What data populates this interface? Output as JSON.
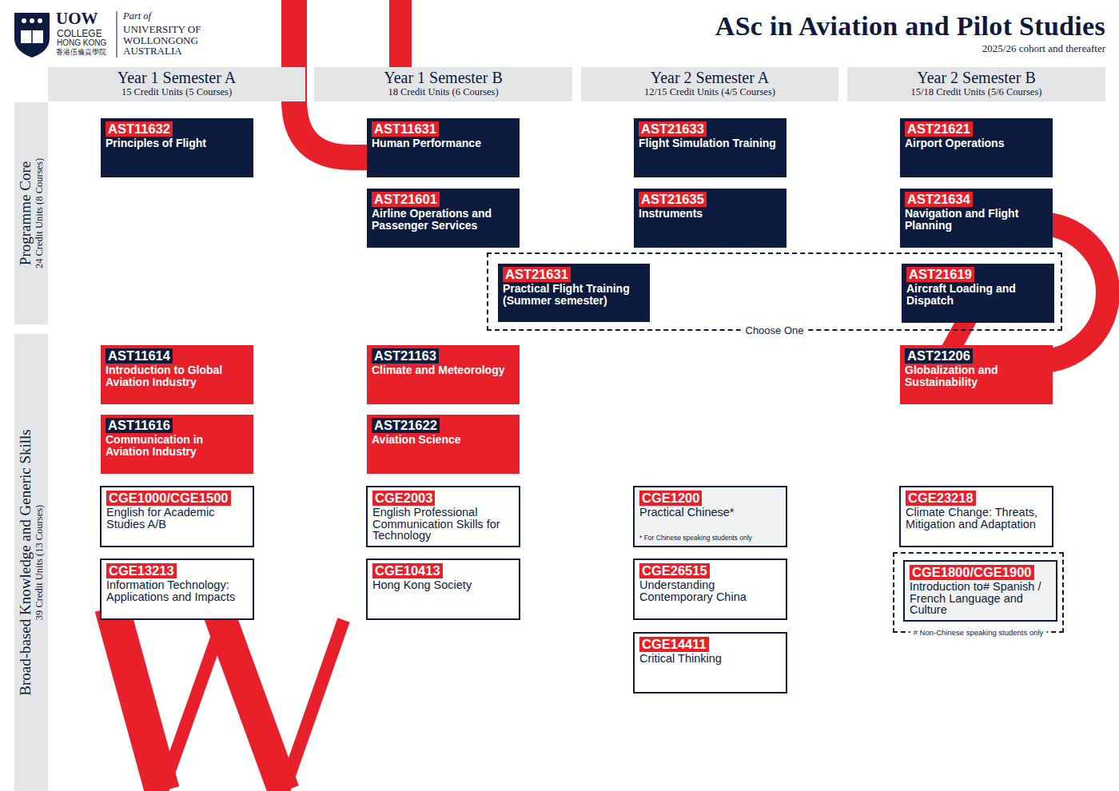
{
  "diagram": {
    "title": "ASc in Aviation and Pilot Studies",
    "nodes": [
      {
        "text": [
          "Year 1 Semester A",
          "15 Credit Units (5 Courses)"
        ]
      },
      {
        "text": [
          "Year 1 Semester B",
          "18 Credit Units (6 Courses)"
        ]
      },
      {
        "text": [
          "Year 2 Semester A",
          "12/15 Credit Units (4/5 Courses)"
        ]
      },
      {
        "text": [
          "Year 2 Semester B",
          "15/18 Credit Units (5/6 Courses)"
        ]
      },
      {
        "text": [
          "Programme Core",
          "24 Credit Units (8 Courses)"
        ]
      },
      {
        "text": [
          "Broad-based Knowledge and Generic Skills",
          "39 Credit Units (13 Courses)"
        ]
      },
      {
        "text": [
          "AST11632",
          "Principles of Flight"
        ]
      },
      {
        "text": [
          "AST11631",
          "Human Performance"
        ]
      },
      {
        "text": [
          "AST21633",
          "Flight Simulation Training"
        ]
      },
      {
        "text": [
          "AST21621",
          "Airport Operations"
        ]
      },
      {
        "text": [
          "AST21601",
          "Airline Operations and Passenger Services"
        ]
      },
      {
        "text": [
          "AST21635",
          "Instruments"
        ]
      },
      {
        "text": [
          "AST21634",
          "Navigation and Flight Planning"
        ]
      },
      {
        "text": [
          "Choose One"
        ]
      },
      {
        "text": [
          "AST21631",
          "Practical Flight Training (Summer semester)"
        ],
        "in": 13
      },
      {
        "text": [
          "AST21619",
          "Aircraft Loading and Dispatch"
        ],
        "in": 13
      },
      {
        "text": [
          "AST11614",
          "Introduction to Global Aviation Industry"
        ]
      },
      {
        "text": [
          "AST21163",
          "Climate and Meteorology"
        ]
      },
      {
        "text": [
          "AST21206",
          "Globalization and Sustainability"
        ]
      },
      {
        "text": [
          "AST11616",
          "Communication in Aviation Industry"
        ]
      },
      {
        "text": [
          "AST21622",
          "Aviation Science"
        ]
      },
      {
        "text": [
          "CGE1000/CGE1500",
          "English for Academic Studies A/B"
        ]
      },
      {
        "text": [
          "CGE2003",
          "English Professional Communication Skills for Technology"
        ]
      },
      {
        "text": [
          "CGE1200",
          "Practical Chinese*",
          "* For Chinese speaking students only"
        ]
      },
      {
        "text": [
          "CGE23218",
          "Climate Change: Threats, Mitigation and Adaptation"
        ]
      },
      {
        "text": [
          "CGE13213",
          "Information Technology: Applications and Impacts"
        ]
      },
      {
        "text": [
          "CGE10413",
          "Hong Kong Society"
        ]
      },
      {
        "text": [
          "CGE26515",
          "Understanding Contemporary China"
        ]
      },
      {
        "text": [
          "# Non-Chinese speaking students only"
        ]
      },
      {
        "text": [
          "CGE1800/CGE1900",
          "Introduction to# Spanish / French Language and Culture"
        ],
        "in": 28
      },
      {
        "text": [
          "CGE14411",
          "Critical Thinking"
        ]
      }
    ],
    "labels": [
      "UOW",
      "COLLEGE",
      "HONG KONG",
      "香港伍倫貢學院",
      "Part of",
      "UNIVERSITY OF WOLLONGONG AUSTRALIA",
      "2025/26 cohort and thereafter"
    ]
  }
}
